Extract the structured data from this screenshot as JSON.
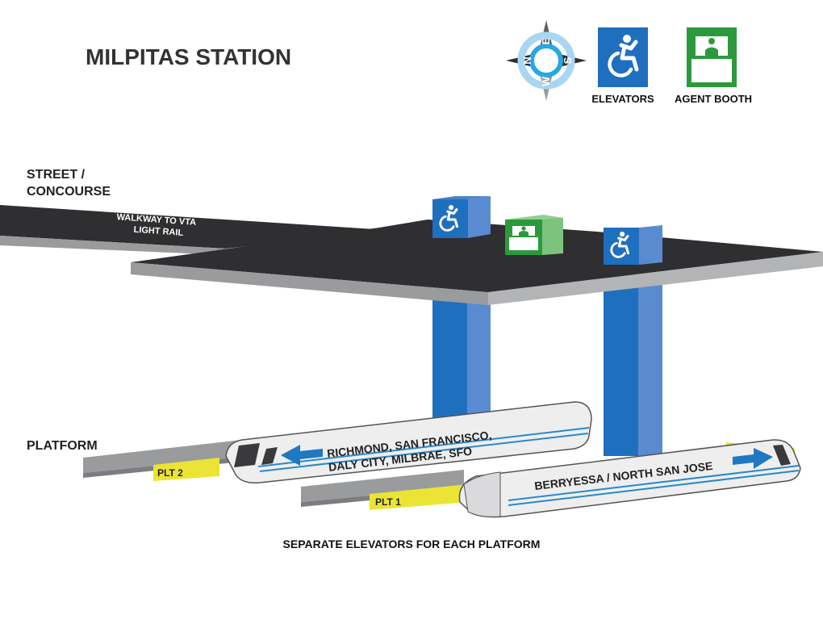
{
  "title": "MILPITAS STATION",
  "compass": {
    "n": "N",
    "e": "E",
    "s": "S",
    "w": "W"
  },
  "legend": {
    "elevators": {
      "label": "ELEVATORS",
      "icon": "accessible-icon",
      "color": "#1f6fbf"
    },
    "agent_booth": {
      "label": "AGENT BOOTH",
      "icon": "agent-booth-icon",
      "color": "#2c9a3c"
    }
  },
  "levels": {
    "street": [
      "STREET /",
      "CONCOURSE"
    ],
    "platform": "PLATFORM"
  },
  "walkway": [
    "WALKWAY TO VTA",
    "LIGHT RAIL"
  ],
  "platforms": {
    "plt2": "PLT 2",
    "plt1": "PLT 1"
  },
  "trains": {
    "northbound": [
      "RICHMOND, SAN FRANCISCO,",
      "DALY CITY, MILBRAE, SFO"
    ],
    "southbound": "BERRYESSA / NORTH SAN JOSE"
  },
  "footnote": "SEPARATE ELEVATORS FOR EACH PLATFORM",
  "colors": {
    "concourse": "#2f2e30",
    "slab_edge": "#9a9b9d",
    "elevator": "#1f6fbf",
    "elevator_side": "#5a8bd0",
    "booth": "#2c9a3c",
    "booth_side": "#7cc47e",
    "platform_stripe": "#ece434",
    "train": "#eeeeef"
  }
}
